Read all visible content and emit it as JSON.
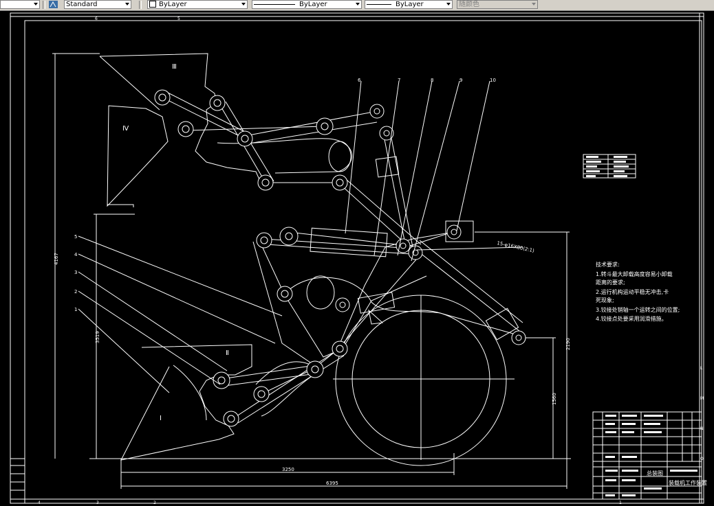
{
  "toolbar": {
    "dimstyle_value": "Standard",
    "layer_value": "ByLayer",
    "linetype_value": "ByLayer",
    "lineweight_value": "ByLayer",
    "plotstyle_value": "随颜色"
  },
  "drawing": {
    "view_labels": {
      "v1": "Ⅰ",
      "v2": "Ⅱ",
      "v3": "Ⅲ",
      "v4": "Ⅳ"
    },
    "part_numbers": [
      "1",
      "2",
      "3",
      "4",
      "5",
      "6",
      "7",
      "8",
      "9",
      "10"
    ],
    "dimensions": {
      "height_total": "4167",
      "height_pin": "3519",
      "height_right": "2190",
      "height_lower": "1560",
      "width_inner": "3250",
      "width_outer": "6395",
      "angle_note": "15-φ16X80(2:1)"
    },
    "tech_requirements": {
      "title": "技术要求:",
      "lines": [
        "1.转斗最大卸载高度容易小卸载",
        "距离的要求;",
        "2.运行机构运动平稳无冲击,卡",
        "死现象;",
        "3.铰接处销轴一个运转之间的位置;",
        "4.铰接点处要采用润滑措施。"
      ]
    },
    "title_block": {
      "drawing_name": "装载机工作装置",
      "material_label": "总装图"
    },
    "border_marks": {
      "top": [
        "6",
        "5"
      ],
      "bottom": [
        "4",
        "3",
        "2",
        "1"
      ],
      "right": [
        "L",
        "M",
        "N",
        "O"
      ]
    }
  }
}
